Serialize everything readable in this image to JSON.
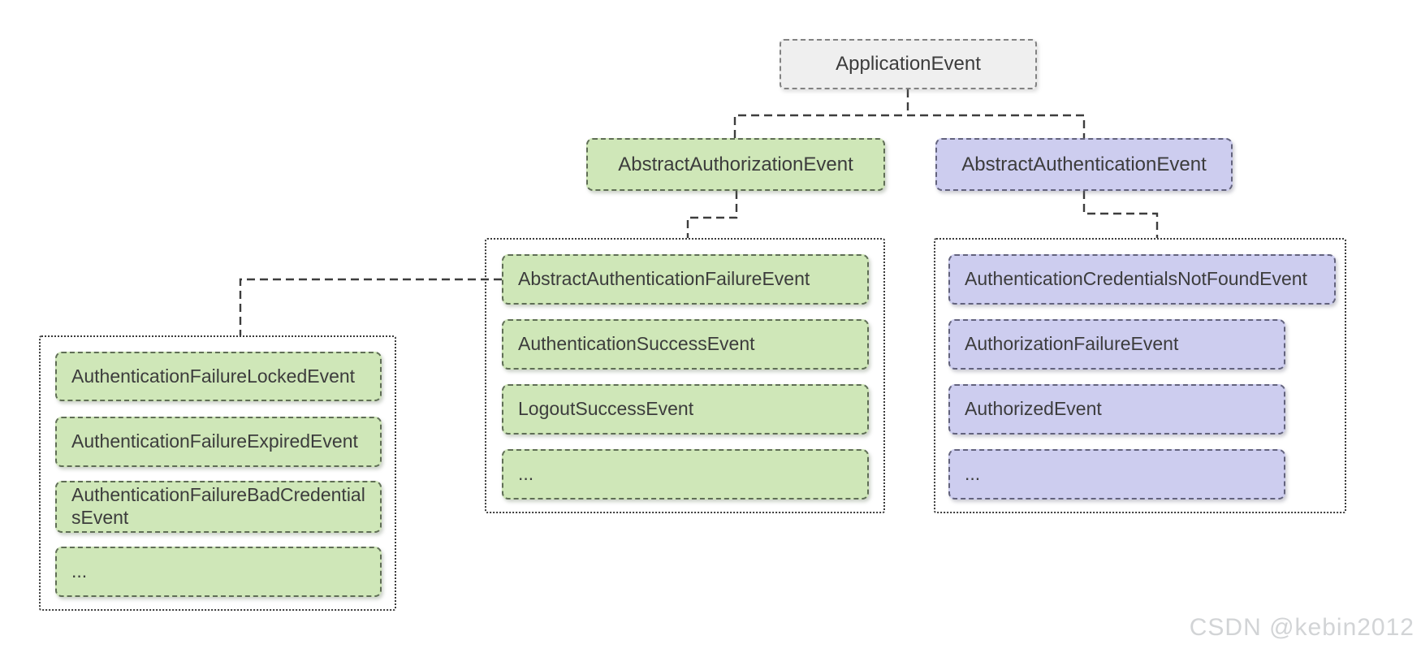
{
  "diagram": {
    "root": {
      "label": "ApplicationEvent"
    },
    "level2": [
      {
        "label": "AbstractAuthorizationEvent"
      },
      {
        "label": "AbstractAuthenticationEvent"
      }
    ],
    "groups": {
      "left": {
        "items": [
          "AuthenticationFailureLockedEvent",
          "AuthenticationFailureExpiredEvent",
          "AuthenticationFailureBadCredentialsEvent",
          "..."
        ]
      },
      "middle": {
        "items": [
          "AbstractAuthenticationFailureEvent",
          "AuthenticationSuccessEvent",
          "LogoutSuccessEvent",
          "..."
        ]
      },
      "right": {
        "items": [
          "AuthenticationCredentialsNotFoundEvent",
          "AuthorizationFailureEvent",
          "AuthorizedEvent",
          "..."
        ]
      }
    }
  },
  "watermark": "CSDN @kebin2012",
  "colors": {
    "green_fill": "#cfe7b8",
    "green_border": "#5f6e55",
    "purple_fill": "#cdcdef",
    "purple_border": "#63637e",
    "root_fill": "#efefef",
    "root_border": "#828282",
    "text": "#3c3c3c",
    "connector": "#3d3d3d",
    "watermark_text": "#d2d4d6"
  }
}
